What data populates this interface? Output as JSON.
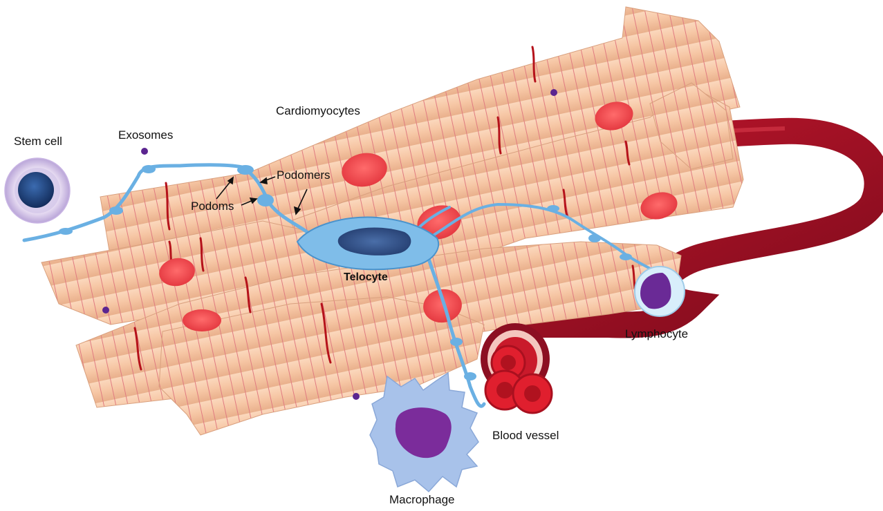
{
  "diagram": {
    "labels": {
      "stem_cell": "Stem cell",
      "exosomes": "Exosomes",
      "cardiomyocytes": "Cardiomyocytes",
      "podomers": "Podomers",
      "podoms": "Podoms",
      "telocyte": "Telocyte",
      "lymphocyte": "Lymphocyte",
      "blood_vessel": "Blood vessel",
      "macrophage": "Macrophage"
    },
    "colors": {
      "cardiomyocyte_fill": "#f6c7a6",
      "striation": "#e0717a",
      "intercalated_disc": "#b5121b",
      "nucleus_red": "#ef4a4f",
      "telocyte_blue": "#6ab0e3",
      "telocyte_nucleus": "#2e4f86",
      "vessel_red": "#9a1124",
      "exosome_purple": "#5b2590",
      "macrophage_fill": "#a8c2ea",
      "macrophage_nucleus": "#7b2c9b",
      "stem_cell_nucleus": "#1f4178",
      "lymphocyte_nucleus": "#6a2a96"
    }
  }
}
